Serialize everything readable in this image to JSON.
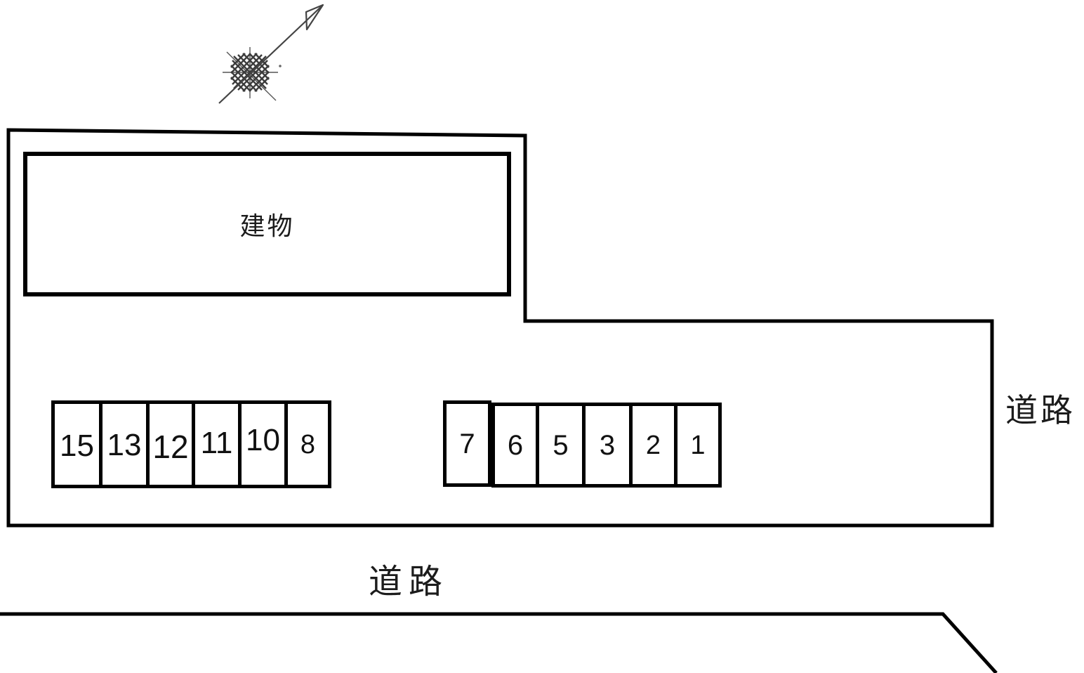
{
  "building": {
    "label": "建物"
  },
  "roads": {
    "right": "道路",
    "bottom": "道路"
  },
  "parking_left": {
    "spaces": [
      "15",
      "13",
      "12",
      "11",
      "10",
      "8"
    ]
  },
  "parking_right": {
    "spaces": [
      "7",
      "6",
      "5",
      "3",
      "2",
      "1"
    ]
  },
  "icons": {
    "north_arrow": "north-arrow"
  },
  "colors": {
    "line": "#000000",
    "background": "#ffffff",
    "text": "#1c1c1c",
    "arrow_sketch": "#3c3c3c"
  }
}
